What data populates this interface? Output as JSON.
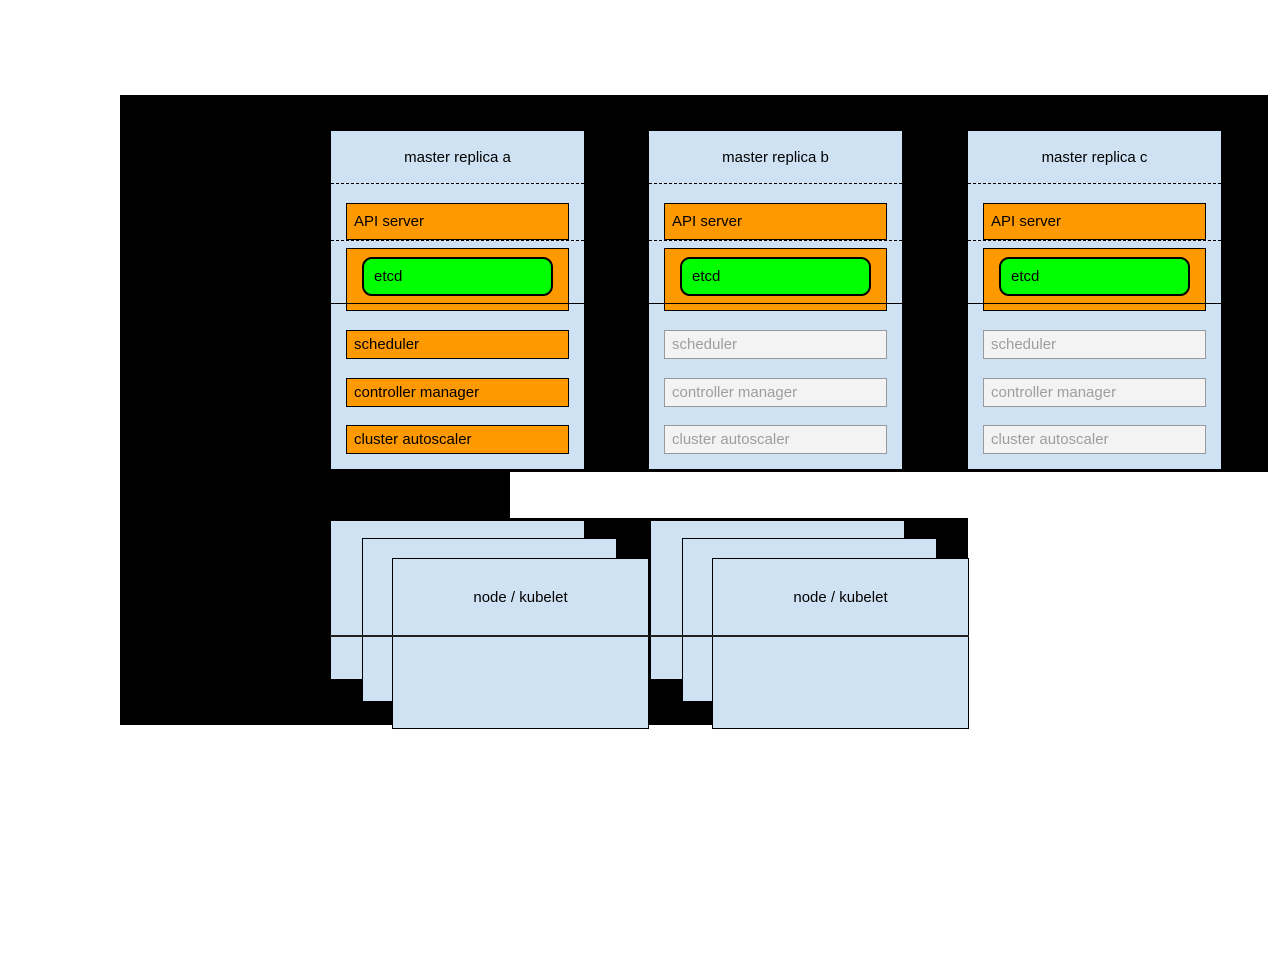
{
  "diagram": {
    "masters": [
      {
        "title": "master replica a",
        "api_server": "API server",
        "etcd": "etcd",
        "components": [
          {
            "label": "scheduler",
            "active": true
          },
          {
            "label": "controller manager",
            "active": true
          },
          {
            "label": "cluster autoscaler",
            "active": true
          }
        ]
      },
      {
        "title": "master replica b",
        "api_server": "API server",
        "etcd": "etcd",
        "components": [
          {
            "label": "scheduler",
            "active": false
          },
          {
            "label": "controller manager",
            "active": false
          },
          {
            "label": "cluster autoscaler",
            "active": false
          }
        ]
      },
      {
        "title": "master replica c",
        "api_server": "API server",
        "etcd": "etcd",
        "components": [
          {
            "label": "scheduler",
            "active": false
          },
          {
            "label": "controller manager",
            "active": false
          },
          {
            "label": "cluster autoscaler",
            "active": false
          }
        ]
      }
    ],
    "nodes": [
      {
        "label": "node / kubelet"
      },
      {
        "label": "node / kubelet"
      }
    ],
    "colors": {
      "background": "#000000",
      "box_fill": "#cfe2f3",
      "active_fill": "#ff9900",
      "etcd_fill": "#00ff00",
      "inactive_fill": "#f3f3f3",
      "inactive_text": "#9e9e9e"
    }
  }
}
